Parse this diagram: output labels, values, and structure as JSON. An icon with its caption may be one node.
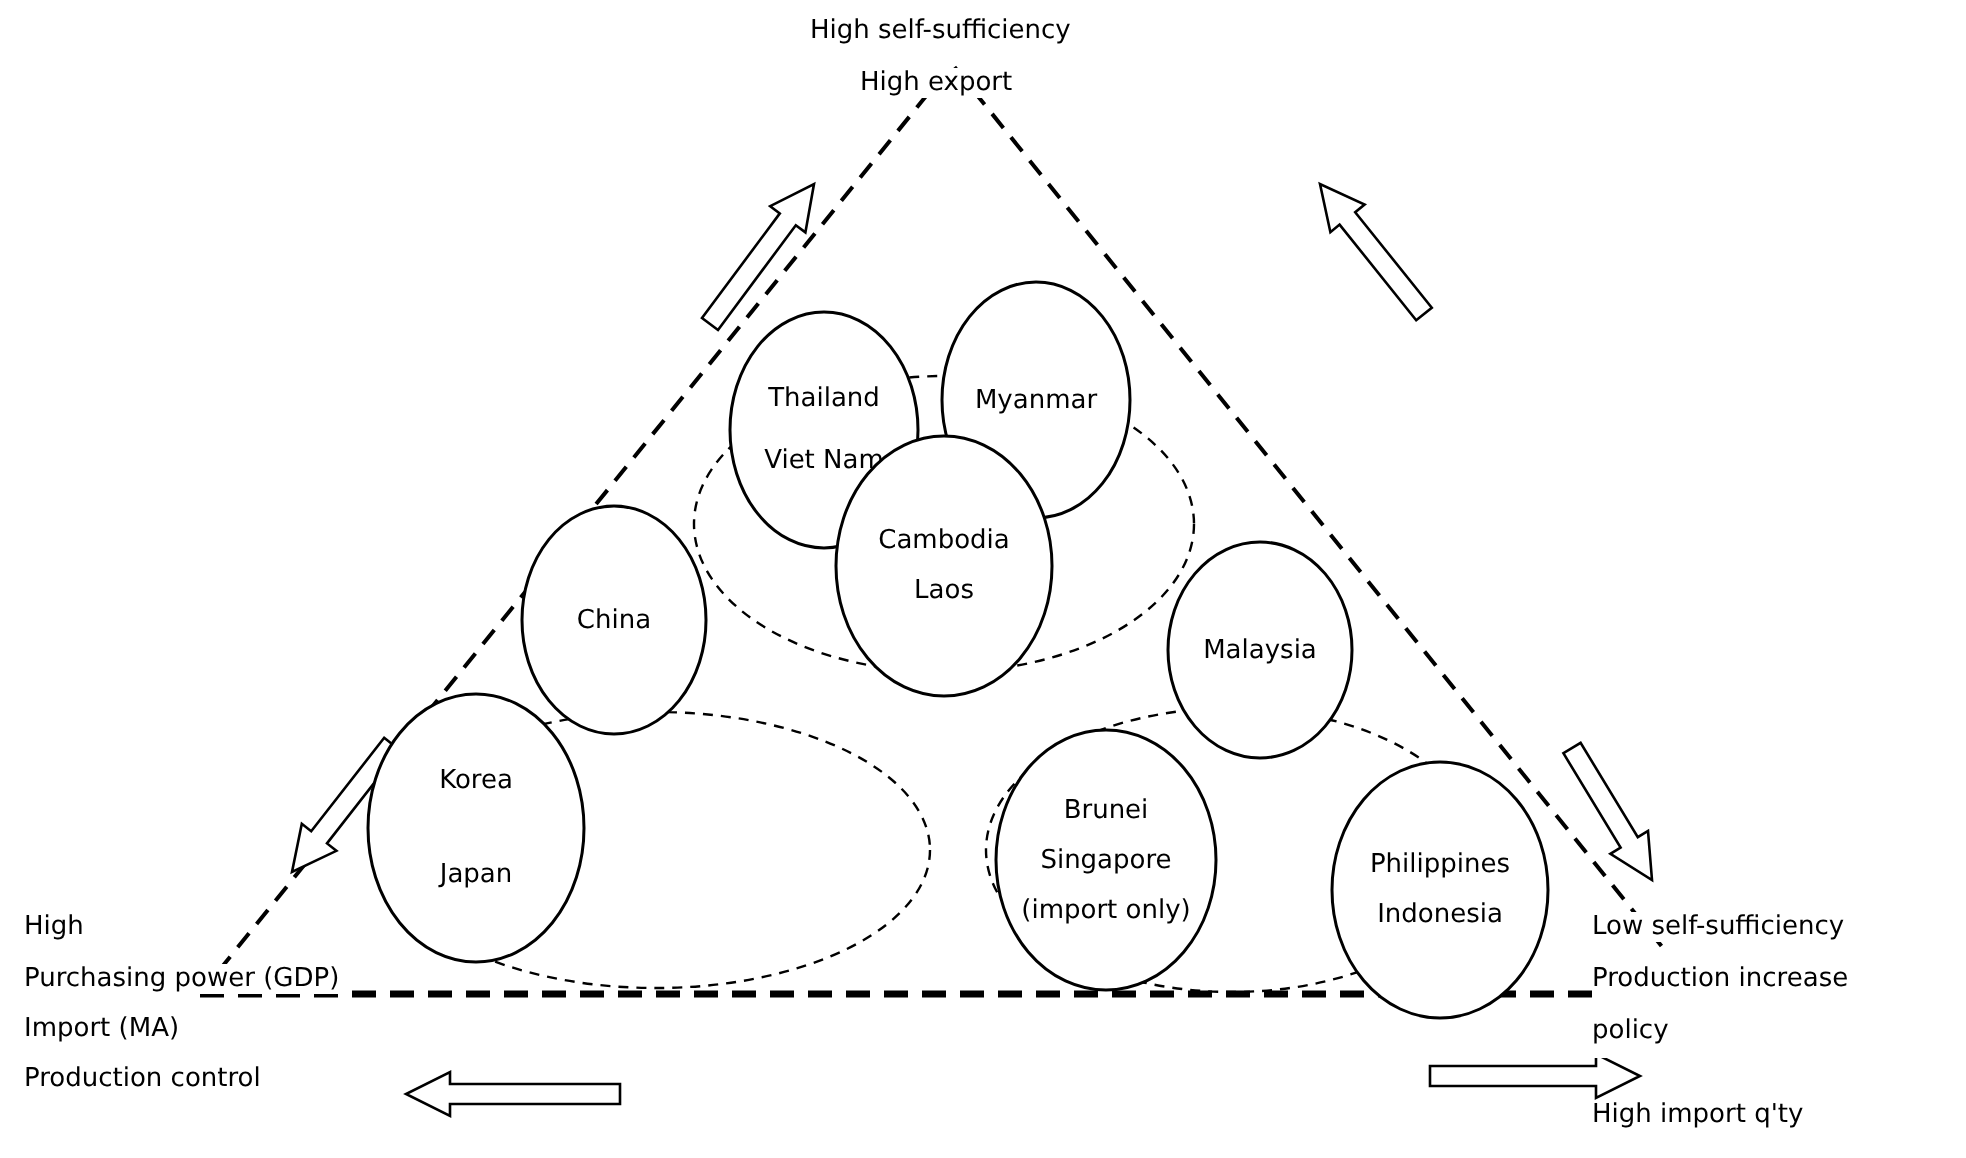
{
  "diagram": {
    "nodes": [
      {
        "text": [],
        "shape": "ellipse"
      },
      {
        "text": [
          "Thailand",
          "Viet Nam"
        ]
      },
      {
        "text": [
          "Myanmar"
        ]
      },
      {
        "text": [
          "Cambodia",
          "Laos"
        ]
      },
      {
        "text": [],
        "shape": "ellipse"
      },
      {
        "text": [
          "China"
        ]
      },
      {
        "text": [
          "Korea",
          "Japan"
        ]
      },
      {
        "text": [],
        "shape": "ellipse"
      },
      {
        "text": [
          "Malaysia"
        ]
      },
      {
        "text": [
          "Brunei",
          "Singapore",
          "(import only)"
        ],
        "in": 7
      },
      {
        "text": [
          "Philippines",
          "Indonesia"
        ]
      }
    ],
    "edges": [],
    "labels": [
      "High self-sufficiency",
      "High export",
      "High",
      "Purchasing power (GDP)",
      "Low self-sufficiency",
      "Import (MA)",
      "Production increase policy",
      "Production control",
      "High import q'ty"
    ]
  }
}
